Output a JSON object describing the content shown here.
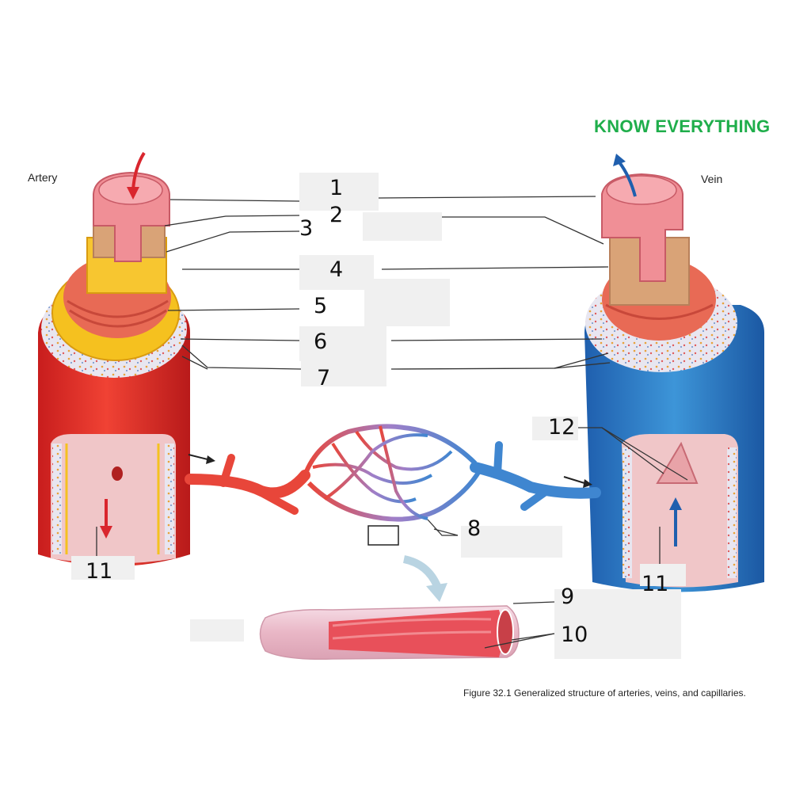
{
  "header": {
    "brand": "KNOW EVERYTHING",
    "artery_label": "Artery",
    "vein_label": "Vein"
  },
  "labels": {
    "n1": "1",
    "n2": "2",
    "n3": "3",
    "n4": "4",
    "n5": "5",
    "n6": "6",
    "n7": "7",
    "n8": "8",
    "n9": "9",
    "n10": "10",
    "n11_left": "11",
    "n11_right": "11",
    "n12": "12"
  },
  "caption": "Figure 32.1 Generalized structure of arteries, veins, and capillaries.",
  "colors": {
    "artery_red": "#e0302a",
    "vein_blue": "#2f7fc4",
    "flow_arrow_red": "#d9262e",
    "flow_arrow_blue": "#1f5fae",
    "brand_green": "#1fae4b"
  }
}
